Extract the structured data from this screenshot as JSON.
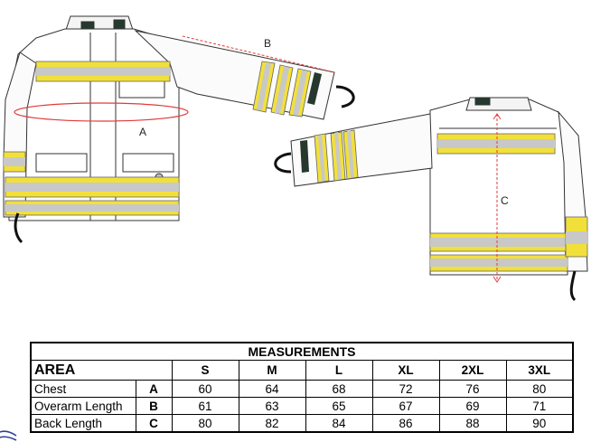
{
  "figure": {
    "labels": {
      "a": "A",
      "b": "B",
      "c": "C"
    },
    "colors": {
      "reflective_yellow": "#f2e03a",
      "reflective_silver": "#c8c8c8",
      "measure_line": "#e23a3a",
      "outline": "#333333",
      "dark_tab": "#27382f"
    }
  },
  "table": {
    "title": "MEASUREMENTS",
    "area_header": "AREA",
    "sizes": [
      "S",
      "M",
      "L",
      "XL",
      "2XL",
      "3XL"
    ],
    "rows": [
      {
        "label": "Chest",
        "code": "A",
        "values": [
          "60",
          "64",
          "68",
          "72",
          "76",
          "80"
        ]
      },
      {
        "label": "Overarm Length",
        "code": "B",
        "values": [
          "61",
          "63",
          "65",
          "67",
          "69",
          "71"
        ]
      },
      {
        "label": "Back Length",
        "code": "C",
        "values": [
          "80",
          "82",
          "84",
          "86",
          "88",
          "90"
        ]
      }
    ]
  }
}
